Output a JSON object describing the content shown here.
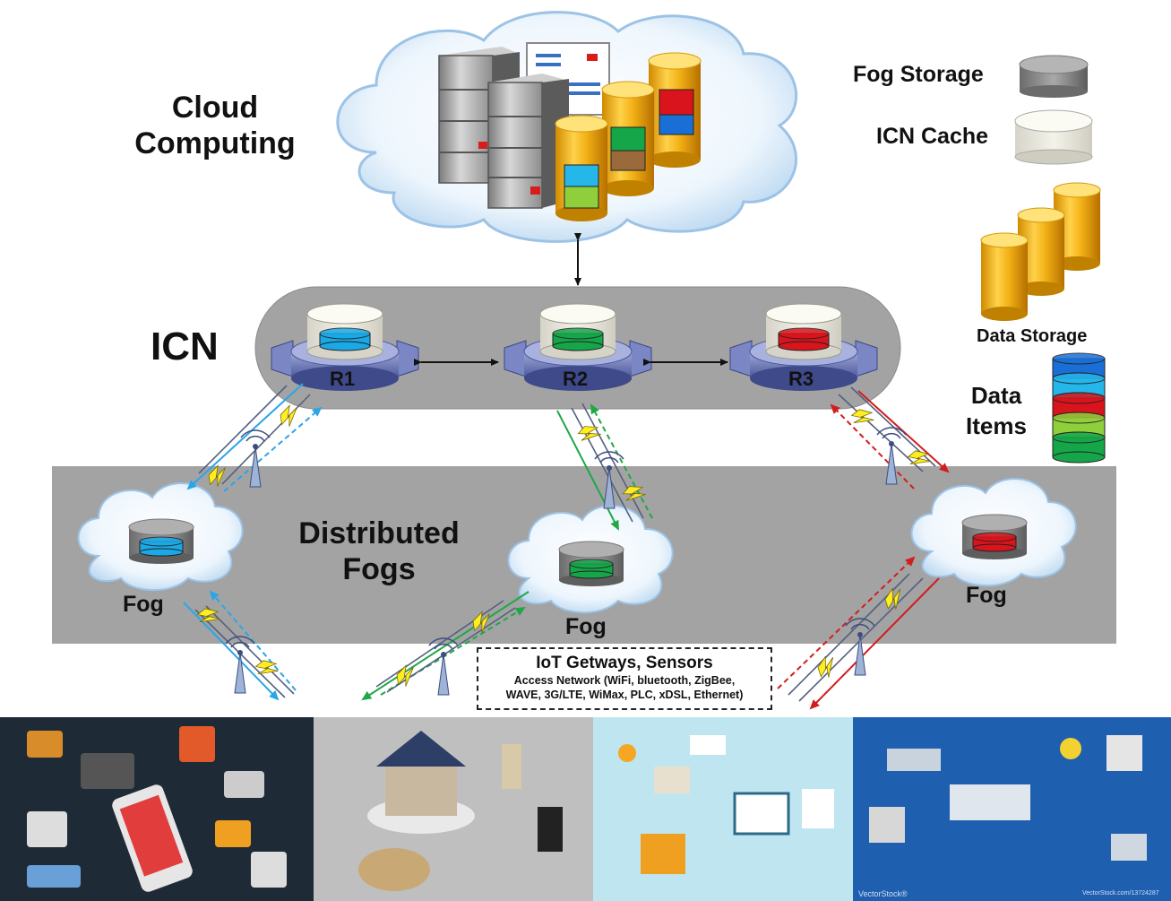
{
  "labels": {
    "cloud_line1": "Cloud",
    "cloud_line2": "Computing",
    "icn": "ICN",
    "fog_storage": "Fog Storage",
    "icn_cache": "ICN Cache",
    "data_storage": "Data Storage",
    "data_items_line1": "Data",
    "data_items_line2": "Items",
    "distributed_line1": "Distributed",
    "distributed_line2": "Fogs",
    "fog": "Fog",
    "iot_title": "IoT Getways, Sensors",
    "iot_line1": "Access Network (WiFi, bluetooth, ZigBee,",
    "iot_line2": "WAVE, 3G/LTE, WiMax, PLC, xDSL, Ethernet)"
  },
  "routers": [
    {
      "id": "R1",
      "label": "R1",
      "data_color": "#1aa9e6"
    },
    {
      "id": "R2",
      "label": "R2",
      "data_color": "#16a64a"
    },
    {
      "id": "R3",
      "label": "R3",
      "data_color": "#d9141c"
    }
  ],
  "fogs": [
    {
      "label": "Fog",
      "data_color": "#1aa9e6"
    },
    {
      "label": "Fog",
      "data_color": "#16a64a"
    },
    {
      "label": "Fog",
      "data_color": "#d9141c"
    }
  ],
  "data_items": [
    "#1a6fd6",
    "#25b6ea",
    "#d9141c",
    "#8fcf3c",
    "#16a64a"
  ],
  "bottom_panels": [
    {
      "name": "smart-devices-panel",
      "background": "#1e2b36"
    },
    {
      "name": "smart-home-panel",
      "background": "#bfbfbf"
    },
    {
      "name": "media-devices-panel",
      "background": "#bfe6f0"
    },
    {
      "name": "industrial-iot-panel",
      "background": "#1f5fb0"
    }
  ],
  "watermark": {
    "left": "VectorStock®",
    "right": "VectorStock.com/13724287"
  }
}
